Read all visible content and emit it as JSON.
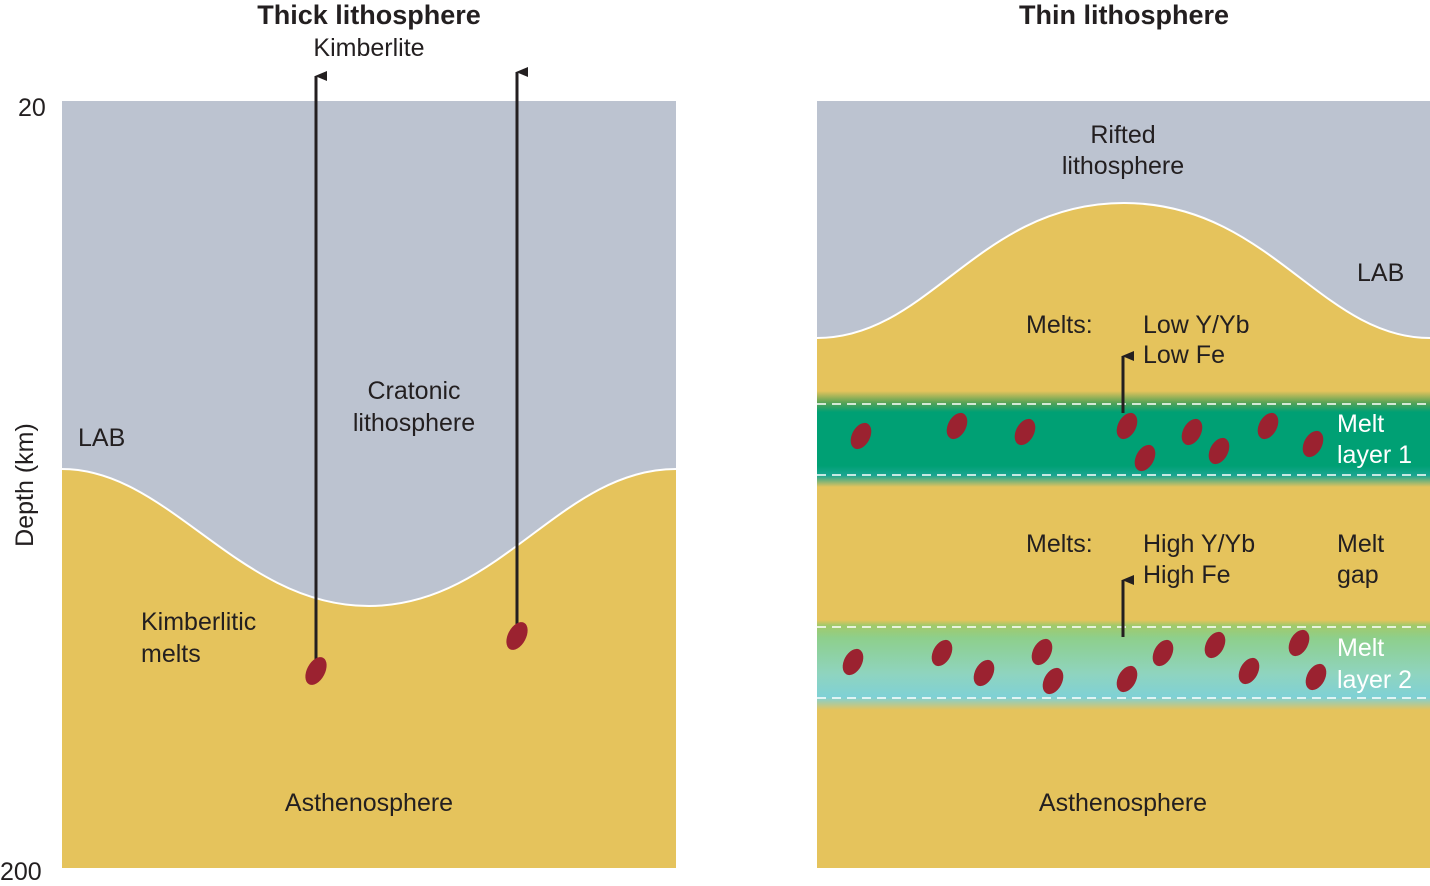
{
  "left_panel": {
    "title": "Thick lithosphere",
    "arrow_label": "Kimberlite",
    "lithosphere_label": [
      "Cratonic",
      "lithosphere"
    ],
    "lab_label": "LAB",
    "melts_label": [
      "Kimberlitic",
      "melts"
    ],
    "asthenosphere_label": "Asthenosphere"
  },
  "right_panel": {
    "title": "Thin lithosphere",
    "lithosphere_label": [
      "Rifted",
      "lithosphere"
    ],
    "lab_label": "LAB",
    "upper_melts": {
      "prefix": "Melts:",
      "lines": [
        "Low Y/Yb",
        "Low Fe"
      ]
    },
    "melt_layer_1": [
      "Melt",
      "layer 1"
    ],
    "lower_melts": {
      "prefix": "Melts:",
      "lines": [
        "High Y/Yb",
        "High Fe"
      ]
    },
    "melt_gap": [
      "Melt",
      "gap"
    ],
    "melt_layer_2": [
      "Melt",
      "layer 2"
    ],
    "asthenosphere_label": "Asthenosphere"
  },
  "axis": {
    "label": "Depth (km)",
    "top_tick": "20",
    "bottom_tick": "200"
  },
  "colors": {
    "lithosphere": "#bcc3d0",
    "asthenosphere": "#e5c35c",
    "melt_layer_1": "#00a074",
    "melt_layer_2": "#95d3a8",
    "melt_droplet": "#9b2230",
    "arrow": "#231f20"
  }
}
